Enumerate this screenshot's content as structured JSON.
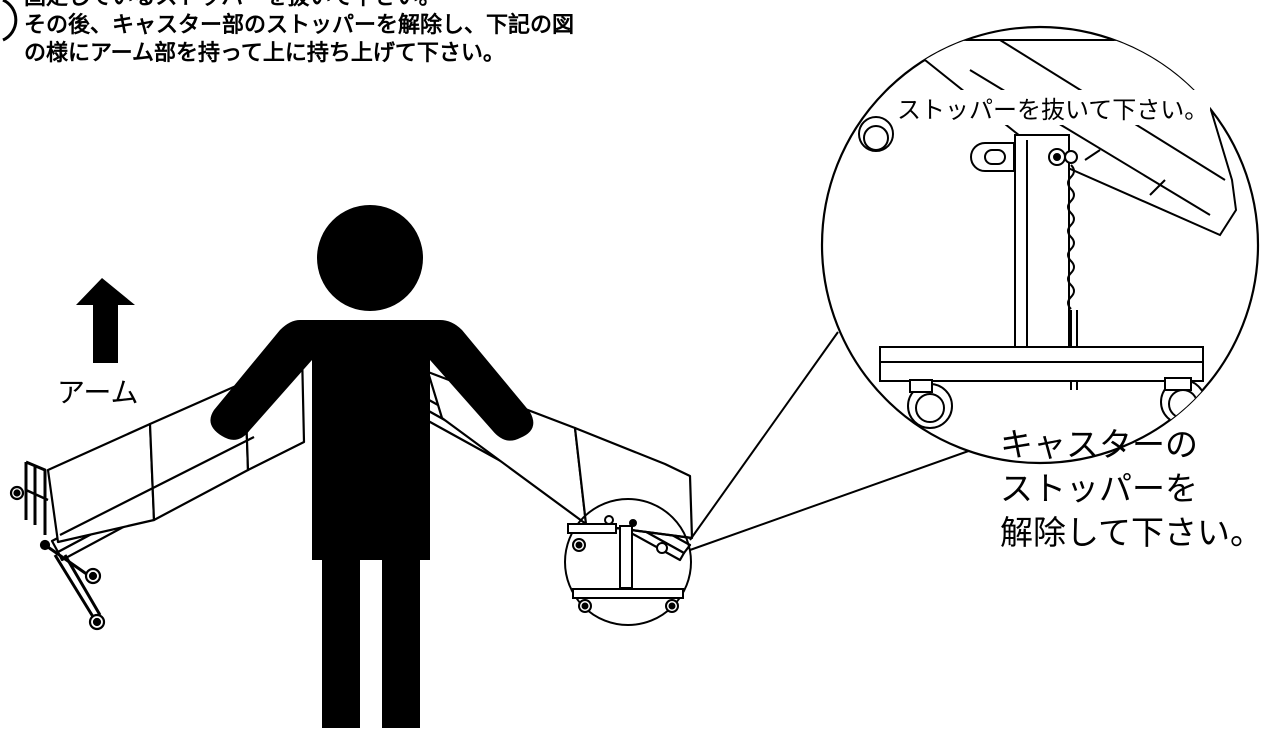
{
  "instructions": {
    "line1": "固定しているストッパーを抜いて下さい。",
    "line2": "その後、キャスター部のストッパーを解除し、下記の図",
    "line3": "の様にアーム部を持って上に持ち上げて下さい。"
  },
  "labels": {
    "arm": "アーム",
    "pull_stopper": "ストッパーを抜いて下さい。",
    "caster_line1": "キャスターの",
    "caster_line2": "ストッパーを",
    "caster_line3": "解除して下さい。"
  },
  "icons": [
    "up-arrow-icon",
    "person-silhouette",
    "magnifier-circle"
  ],
  "colors": {
    "ink": "#000000",
    "paper": "#ffffff"
  }
}
